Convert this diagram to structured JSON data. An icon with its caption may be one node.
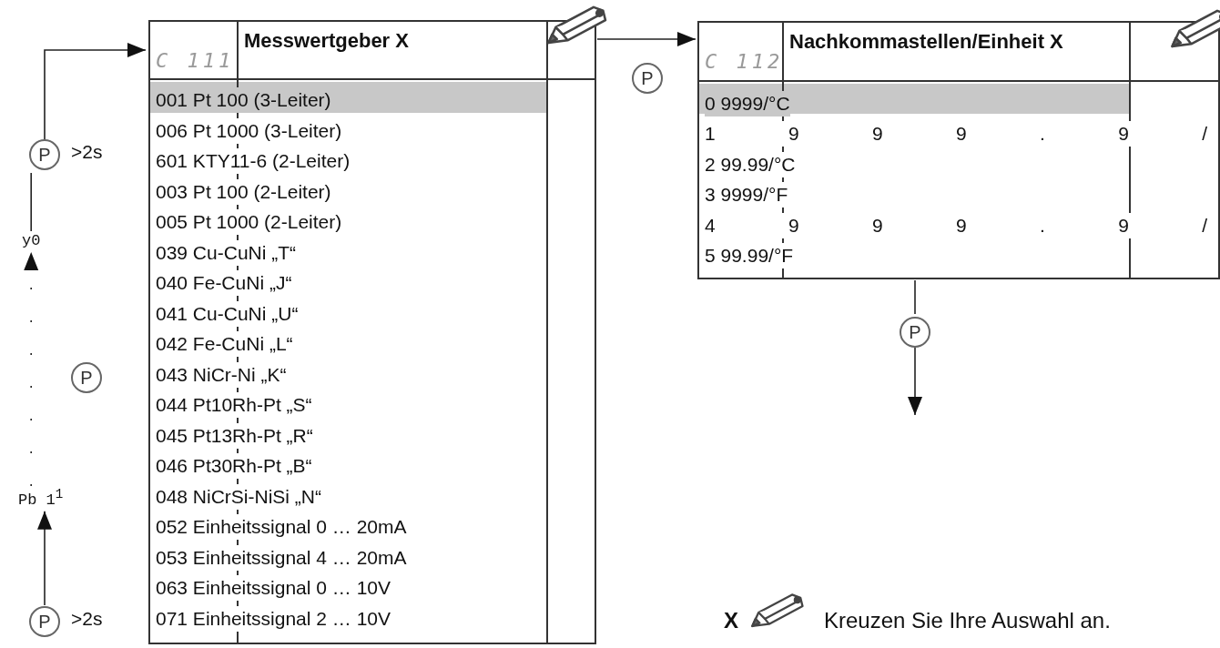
{
  "diagram": {
    "nodes": [
      {
        "text": [
          "P"
        ],
        "beside": [
          ">2s"
        ]
      },
      {
        "text": [
          "y0"
        ]
      },
      {
        "text": [
          "Pb 1$^{1}$"
        ]
      },
      {
        "text": [
          "P"
        ],
        "beside": [
          ">2s"
        ]
      },
      {
        "text": [
          "C 111",
          "Messwertgeber X"
        ]
      },
      {
        "text": [
          "C 112",
          "Nachkommastellen/Einheit X"
        ]
      },
      {
        "text": [
          "P"
        ]
      },
      {
        "text": [
          "P"
        ]
      },
      {
        "text": [
          "P"
        ]
      }
    ],
    "edges": [
      {
        "from": 3,
        "to": 2,
        "arrow": "to"
      },
      {
        "from": 2,
        "to": 1,
        "arrow": "to",
        "style": "dashed"
      },
      {
        "from": 1,
        "to": 0,
        "arrow": "none"
      },
      {
        "from": 0,
        "to": 4,
        "arrow": "to"
      },
      {
        "from": 4,
        "to": 5,
        "arrow": "to"
      },
      {
        "from": 5,
        "to": 6,
        "arrow": "none"
      },
      {
        "from": 6,
        "to": null,
        "arrow": "to"
      }
    ],
    "labels": [
      "001 Pt 100 (3-Leiter)",
      "006 Pt 1000 (3-Leiter)",
      "601 KTY11-6 (2-Leiter)",
      "003 Pt 100 (2-Leiter)",
      "005 Pt 1000 (2-Leiter)",
      "039 Cu-CuNi „T“",
      "040 Fe-CuNi „J“",
      "041 Cu-CuNi „U“",
      "042 Fe-CuNi „L“",
      "043 NiCr-Ni „K“",
      "044 Pt10Rh-Pt „S“",
      "045 Pt13Rh-Pt „R“",
      "046 Pt30Rh-Pt „B“",
      "048 NiCrSi-NiSi „N“",
      "052 Einheitssignal 0 … 20mA",
      "053 Einheitssignal 4 … 20mA",
      "063 Einheitssignal 0 … 10V",
      "071 Einheitssignal 2 … 10V",
      "0 9999/°C",
      "1 9 9 9 . 9 /",
      "2 99.99/°C",
      "3 9999/°F",
      "4 9 9 9 . 9 /",
      "5 99.99/°F",
      "X",
      "Kreuzen Sie Ihre Auswahl an."
    ]
  }
}
